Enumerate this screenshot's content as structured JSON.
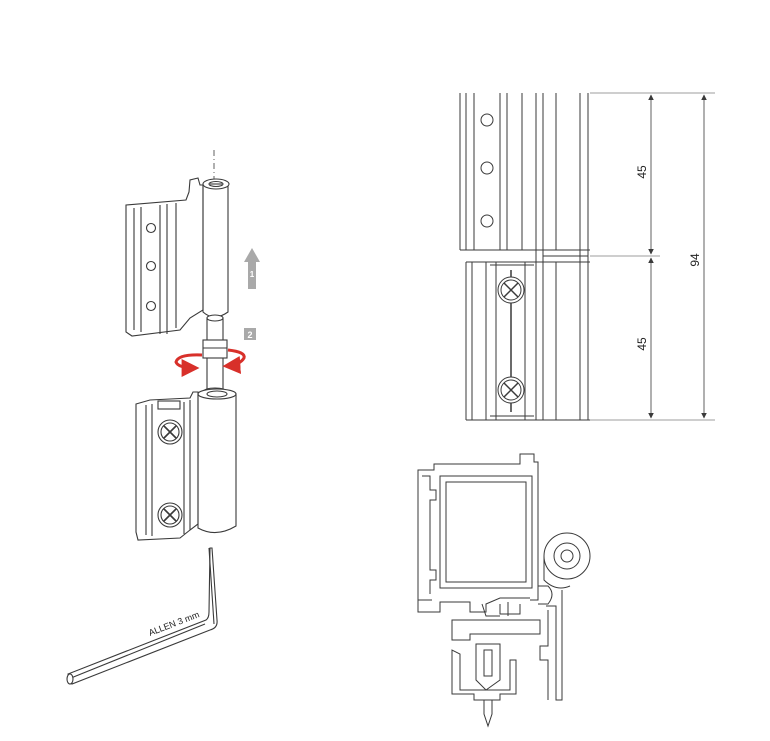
{
  "tool": {
    "label": "ALLEN 3 mm"
  },
  "steps": {
    "lift": "1",
    "rotate": "2"
  },
  "dimensions": {
    "top_leaf": "45",
    "bottom_leaf": "45",
    "total": "94"
  },
  "colors": {
    "line": "#3a3a3a",
    "rotate_arrow": "#d8302a",
    "step_arrow": "#a9a9a9"
  }
}
